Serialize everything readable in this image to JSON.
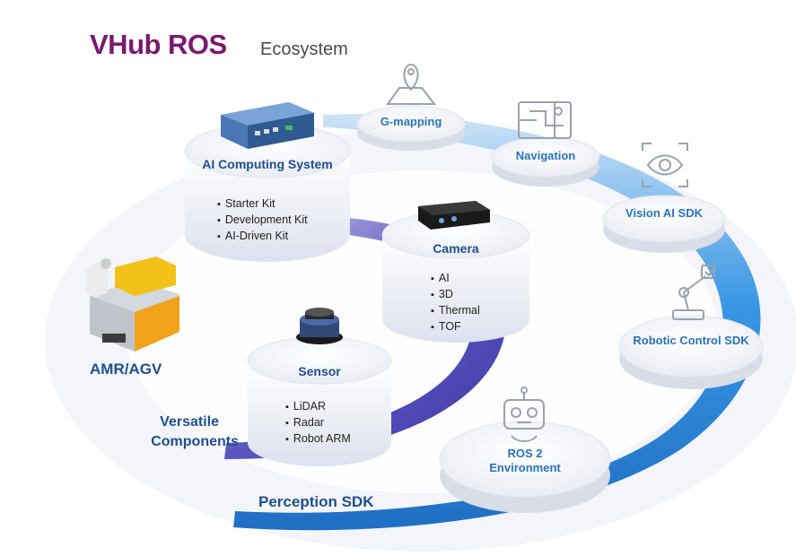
{
  "title": {
    "main": "VHub ROS",
    "sub": "Ecosystem"
  },
  "sdk_nodes": [
    {
      "id": "g-mapping",
      "label": "G-mapping",
      "icon": "map-pin-icon"
    },
    {
      "id": "navigation",
      "label": "Navigation",
      "icon": "route-map-icon"
    },
    {
      "id": "vision-ai",
      "label": "Vision AI SDK",
      "icon": "eye-scan-icon"
    },
    {
      "id": "robotic-control",
      "label": "Robotic Control SDK",
      "icon": "robot-arm-icon"
    },
    {
      "id": "ros2",
      "label": "ROS 2 Environment",
      "icon": "robot-face-icon"
    }
  ],
  "components": {
    "ai_computing": {
      "title": "AI Computing System",
      "items": [
        "Starter Kit",
        "Development Kit",
        "AI-Driven Kit"
      ]
    },
    "camera": {
      "title": "Camera",
      "items": [
        "AI",
        "3D",
        "Thermal",
        "TOF"
      ]
    },
    "sensor": {
      "title": "Sensor",
      "items": [
        "LiDAR",
        "Radar",
        "Robot ARM"
      ]
    }
  },
  "labels": {
    "amr": "AMR/AGV",
    "versatile_line1": "Versatile",
    "versatile_line2": "Components",
    "perception": "Perception SDK"
  },
  "colors": {
    "title": "#7a1a6e",
    "label_blue": "#2b73b8",
    "dark_blue": "#1f4f8f",
    "ring_blue": "#2f8fe0",
    "ring_purple": "#4e4fb5"
  }
}
